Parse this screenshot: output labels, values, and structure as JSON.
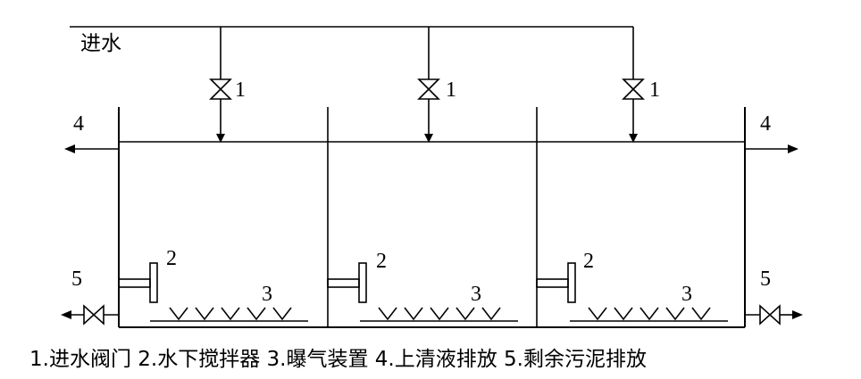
{
  "inlet_label": "进水",
  "valve_label": "1",
  "mixer_label": "2",
  "aerator_label": "3",
  "supernatant_label": "4",
  "sludge_label": "5",
  "caption": "1.进水阀门 2.水下搅拌器 3.曝气装置 4.上清液排放 5.剩余污泥排放"
}
